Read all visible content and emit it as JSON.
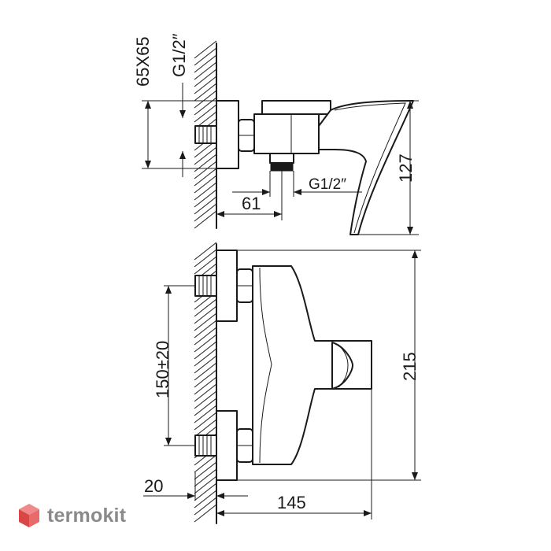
{
  "dimensions": {
    "flange_size": "65X65",
    "inlet_thread": "G1/2″",
    "outlet_thread": "G1/2″",
    "wall_offset_top": "61",
    "height_top": "127",
    "inlet_spacing": "150±20",
    "overall_width": "215",
    "wall_gap": "20",
    "projection": "145"
  },
  "brand": {
    "name": "termokit",
    "colors": {
      "top": "#f08a8a",
      "left": "#d94646",
      "right": "#e86a6a",
      "text": "#8a8a8a"
    }
  }
}
